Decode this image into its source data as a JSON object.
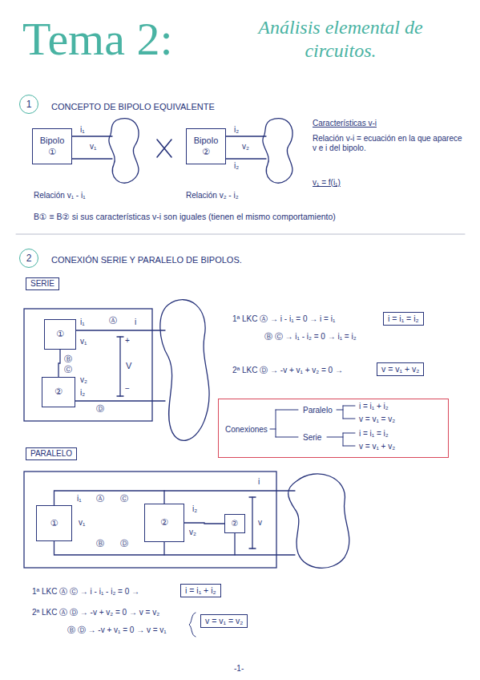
{
  "diagram": {
    "title": "Tema 2:",
    "nodes": [
      {
        "text": [
          "1"
        ]
      },
      {
        "text": [
          "Bipolo",
          "①"
        ]
      },
      {
        "text": [
          "Bipolo",
          "②"
        ]
      },
      {
        "text": [
          "2"
        ]
      },
      {
        "text": [
          "SERIE"
        ]
      },
      {
        "text": [
          "①"
        ]
      },
      {
        "text": [
          "②"
        ]
      },
      {
        "text": [
          "i = i₁ = i₂"
        ]
      },
      {
        "text": [
          "v = v₁ + v₂"
        ]
      },
      {
        "text": [
          "Conexiones",
          "Paralelo",
          "i = i₁ + i₂",
          "v = v₁ = v₂",
          "Serie",
          "i = i₁ = i₂",
          "v = v₁ + v₂"
        ]
      },
      {
        "text": [
          "PARALELO"
        ]
      },
      {
        "text": [
          "①"
        ]
      },
      {
        "text": [
          "②"
        ]
      },
      {
        "text": [
          "②"
        ]
      },
      {
        "text": [
          "i = i₁ + i₂"
        ]
      },
      {
        "text": [
          "v = v₁ = v₂"
        ]
      }
    ],
    "edges": [
      {
        "from": 5,
        "to": 6,
        "arrow": "none"
      },
      {
        "from": 11,
        "to": 12,
        "arrow": "none"
      },
      {
        "from": 12,
        "to": 13,
        "arrow": "none"
      }
    ],
    "labels": [
      "Análisis elemental de circuitos.",
      "CONCEPTO DE BIPOLO EQUIVALENTE",
      "i₁",
      "v₁",
      "i₂",
      "v₂",
      "i₂",
      "Relación v₁ - i₁",
      "Relación v₂ - i₂",
      "Características v-i",
      "Relación v-i = ecuación en la que aparece v e i del bipolo.",
      "v₁ = f(i₁)",
      "B① ≡ B② si sus características v-i son iguales (tienen el mismo comportamiento)",
      "CONEXIÓN SERIE Y PARALELO DE BIPOLOS.",
      "i₁",
      "Ⓐ",
      "i",
      "v₁",
      "Ⓑ",
      "Ⓒ",
      "v₂",
      "i₂",
      "Ⓓ",
      "+",
      "V",
      "−",
      "1ª LKC Ⓐ → i - i₁ = 0 → i = i₁",
      "Ⓑ Ⓒ → i₁ - i₂ = 0 → i₁ = i₂",
      "2ª LKC Ⓓ → -v + v₁ + v₂ = 0 →",
      "i₁",
      "Ⓐ",
      "v₁",
      "Ⓑ",
      "i₂",
      "v₂",
      "Ⓒ",
      "Ⓓ",
      "i",
      "v",
      "1ª LKC Ⓐ Ⓒ → i - i₁ - i₂ = 0 →",
      "2ª LKC Ⓐ Ⓓ → -v + v₂ = 0 → v = v₂",
      "Ⓑ Ⓓ → -v + v₁ = 0 → v = v₁",
      "-1-"
    ]
  }
}
